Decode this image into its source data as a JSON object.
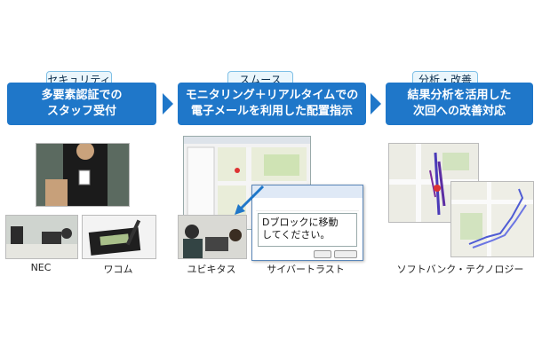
{
  "columns": [
    {
      "tag": "セキュリティ",
      "lines": [
        "多要素認証での",
        "スタッフ受付"
      ]
    },
    {
      "tag": "スムース",
      "lines": [
        "モニタリング＋リアルタイムでの",
        "電子メールを利用した配置指示"
      ]
    },
    {
      "tag": "分析・改善",
      "lines": [
        "結果分析を活用した",
        "次回への改善対応"
      ]
    }
  ],
  "captions": {
    "nec": "NEC",
    "wacom": "ワコム",
    "ubiquitous": "ユビキタス",
    "cybertrust": "サイバートラスト",
    "softbank": "ソフトバンク・テクノロジー"
  },
  "dialog": {
    "message_line1": "Dブロックに移動",
    "message_line2": "してください。"
  },
  "colors": {
    "accent": "#1f77c9",
    "tag_bg": "#eaf6fc"
  }
}
